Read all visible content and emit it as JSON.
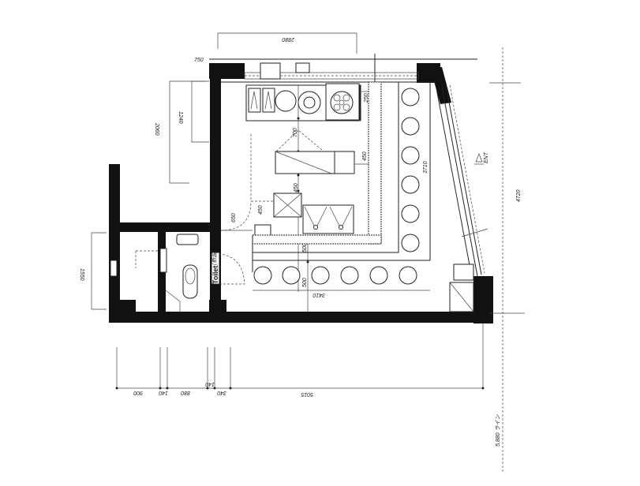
{
  "drawing": {
    "toilet_label": "Toilet",
    "toilet_note": "(新設)",
    "entrance_label": "ENT",
    "baseline_label": "5,880 ライン"
  },
  "dimensions": {
    "top_width": "2880",
    "top_offset": "750",
    "left_upper_1": "1240",
    "left_upper_2": "2060",
    "counter_gap": "250",
    "aisle": "700",
    "island_gap": "400",
    "island_offset": "450",
    "island_depth": "450",
    "counter_length": "3710",
    "right_total": "4720",
    "door_left": "650",
    "sink_gap": "450",
    "front_gap": "500",
    "front_gap_2": "500",
    "bottom_counter": "3410",
    "annex_height": "1550",
    "bottom": [
      "900",
      "140",
      "880",
      "140",
      "340",
      "5015"
    ]
  }
}
